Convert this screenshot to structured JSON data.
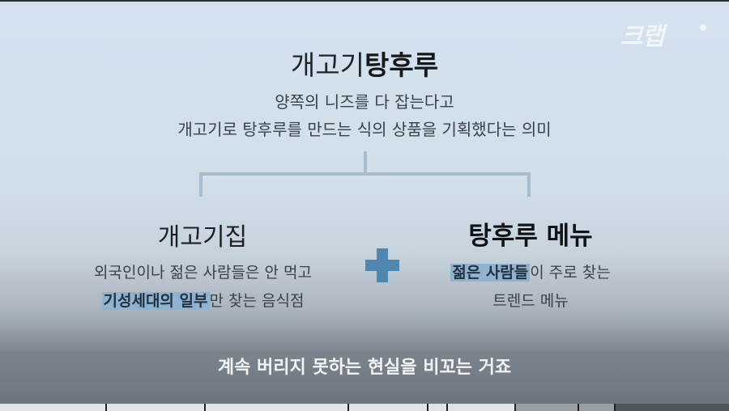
{
  "watermark": {
    "logo_text": "크랩"
  },
  "header": {
    "title_normal": "개고기",
    "title_bold": "탕후루",
    "desc_line1": "양쪽의 니즈를 다 잡는다고",
    "desc_line2": "개고기로 탕후루를 만드는 식의 상품을 기획했다는 의미"
  },
  "left": {
    "title": "개고기집",
    "line1": "외국인이나 젊은 사람들은 안 먹고",
    "line2_highlight": "기성세대의 일부",
    "line2_rest": "만 찾는 음식점"
  },
  "right": {
    "title": "탕후루 메뉴",
    "line1_highlight": "젊은 사람들",
    "line1_rest": "이 주로 찾는",
    "line2": "트렌드 메뉴"
  },
  "operator": {
    "icon": "plus-icon",
    "color": "#4f87b1"
  },
  "subtitle": {
    "text": "계속 버리지 못하는 현실을 비꼬는 거죠"
  },
  "colors": {
    "highlight": "#8fb3cf",
    "bracket": "#a8bccb",
    "caption_bg": "#6b737a"
  }
}
